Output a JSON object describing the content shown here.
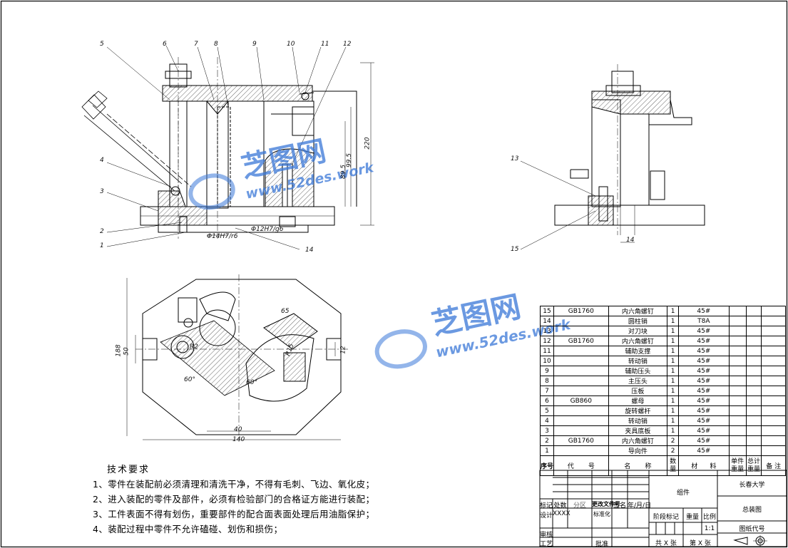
{
  "drawing": {
    "part_labels_front": [
      "5",
      "6",
      "7",
      "8",
      "9",
      "10",
      "11",
      "12",
      "4",
      "3",
      "2",
      "1",
      "14"
    ],
    "part_labels_side": [
      "13",
      "15"
    ],
    "dims_front": [
      "Φ14H7/r6",
      "Φ12H7/g6",
      "220",
      "99.5",
      "89.5"
    ],
    "dims_side": [
      "14"
    ],
    "dims_top": [
      "188",
      "50",
      "140",
      "40",
      "R2",
      "60°",
      "60°",
      "65",
      "R15",
      "12"
    ]
  },
  "watermark": {
    "brand": "芝图网",
    "url": "www.52des.work"
  },
  "tech_requirements": {
    "title": "技术要求",
    "items": [
      "1、零件在装配前必须清理和清洗干净，不得有毛刺、飞边、氧化皮；",
      "2、进入装配的零件及部件，必须有检验部门的合格证方能进行装配；",
      "3、工件表面不得有划伤，重要部件的配合面表面处理后用油脂保护；",
      "4、装配过程中零件不允许磕碰、划伤和损伤；"
    ]
  },
  "bom": {
    "rows": [
      {
        "no": "15",
        "code": "GB1760",
        "name": "内六角螺钉",
        "qty": "1",
        "material": "45#"
      },
      {
        "no": "14",
        "code": "",
        "name": "圆柱销",
        "qty": "1",
        "material": "T8A"
      },
      {
        "no": "13",
        "code": "",
        "name": "对刀块",
        "qty": "1",
        "material": "45#"
      },
      {
        "no": "12",
        "code": "GB1760",
        "name": "内六角螺钉",
        "qty": "1",
        "material": "45#"
      },
      {
        "no": "11",
        "code": "",
        "name": "辅助支撑",
        "qty": "1",
        "material": "45#"
      },
      {
        "no": "10",
        "code": "",
        "name": "转动销",
        "qty": "1",
        "material": "45#"
      },
      {
        "no": "9",
        "code": "",
        "name": "辅助压头",
        "qty": "1",
        "material": "45#"
      },
      {
        "no": "8",
        "code": "",
        "name": "主压头",
        "qty": "1",
        "material": "45#"
      },
      {
        "no": "7",
        "code": "",
        "name": "压板",
        "qty": "1",
        "material": "45#"
      },
      {
        "no": "6",
        "code": "GB860",
        "name": "螺母",
        "qty": "1",
        "material": "45#"
      },
      {
        "no": "5",
        "code": "",
        "name": "旋转螺杆",
        "qty": "1",
        "material": "45#"
      },
      {
        "no": "4",
        "code": "",
        "name": "转动销",
        "qty": "1",
        "material": "45#"
      },
      {
        "no": "3",
        "code": "",
        "name": "夹具底板",
        "qty": "1",
        "material": "45#"
      },
      {
        "no": "2",
        "code": "GB1760",
        "name": "内六角螺钉",
        "qty": "2",
        "material": "45#"
      },
      {
        "no": "1",
        "code": "",
        "name": "导向件",
        "qty": "2",
        "material": "45#"
      }
    ],
    "header": {
      "no": "序号",
      "code_a": "代",
      "code_b": "号",
      "name_a": "名",
      "name_b": "称",
      "qty": "数量",
      "mat_a": "材",
      "mat_b": "料",
      "unit_a": "单件",
      "total_a": "总计",
      "weight": "重量",
      "remark": "备 注"
    }
  },
  "title_block": {
    "university": "长春大学",
    "assembly_title": "总装图",
    "drawing_no_label": "图纸代号",
    "group": "组件",
    "mark": "标记",
    "zones": "处数",
    "zone_b": "分区",
    "change_doc": "更改文件号",
    "sign": "签名",
    "date": "年/月/日",
    "design": "设计",
    "designer": "XXXX",
    "std": "标准化",
    "stage": "阶段标记",
    "weight": "重量",
    "scale": "比例",
    "scale_val": "1:1",
    "review": "审核",
    "process": "工艺",
    "approve": "批准",
    "sheets": "共 X 张",
    "sheet": "第 X 张"
  }
}
